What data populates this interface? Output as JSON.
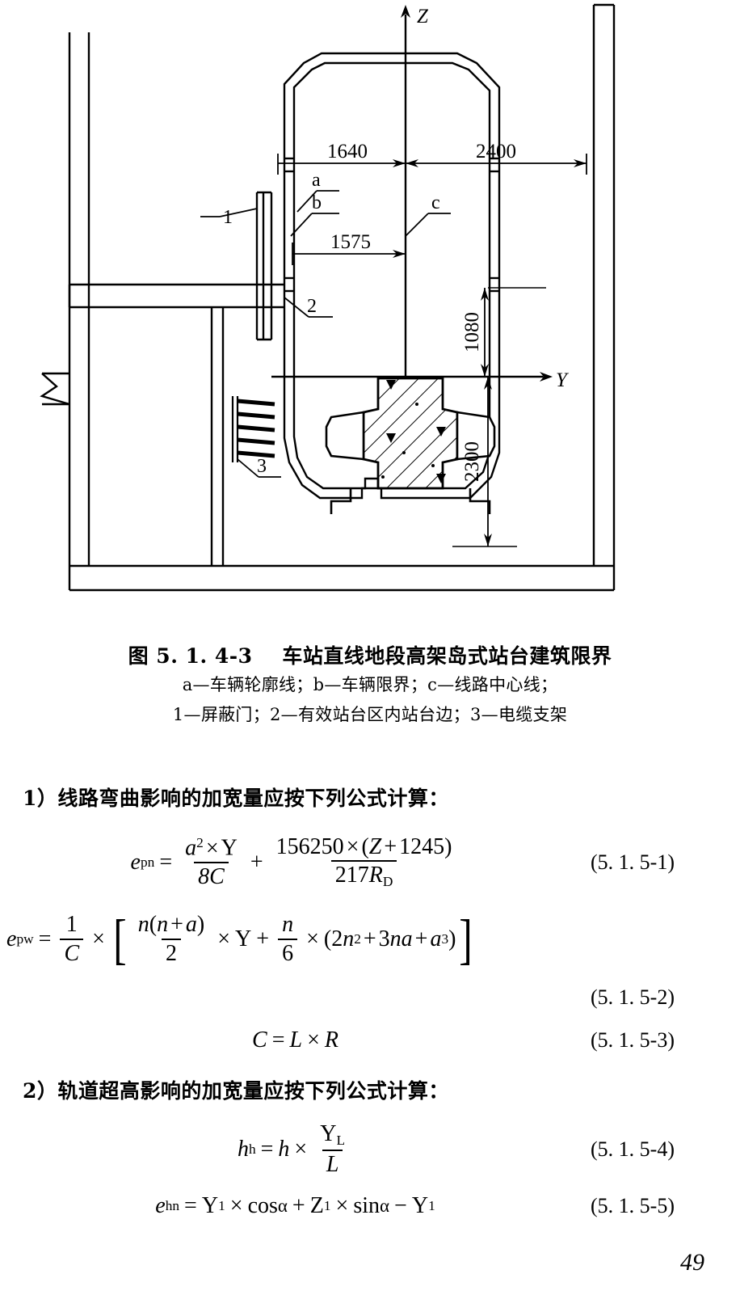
{
  "figure": {
    "axes": {
      "z_label": "Z",
      "y_label": "Y"
    },
    "dimensions": {
      "top_left": "1640",
      "top_right": "2400",
      "mid_left": "1575",
      "vert_upper": "1080",
      "vert_lower": "2300"
    },
    "leaders": {
      "a": "a",
      "b": "b",
      "c": "c",
      "one": "1",
      "two": "2",
      "three": "3"
    }
  },
  "caption": {
    "title": "图 5. 1. 4-3    车站直线地段高架岛式站台建筑限界",
    "legend_line1": "a—车辆轮廓线；b—车辆限界；c—线路中心线；",
    "legend_line2": "1—屏蔽门；2—有效站台区内站台边；3—电缆支架"
  },
  "body": {
    "item1": "1）线路弯曲影响的加宽量应按下列公式计算：",
    "item2": "2）轨道超高影响的加宽量应按下列公式计算："
  },
  "equations": {
    "eq1": {
      "number": "(5. 1. 5-1)",
      "lhs": "e",
      "lhs_sub": "pn",
      "eq": "=",
      "term1_num_a": "a",
      "term1_num_sup": "2",
      "term1_num_times": "×",
      "term1_num_y": "Y",
      "term1_den": "8C",
      "plus": "+",
      "term2_num_const": "156250",
      "term2_num_times": "×",
      "term2_num_open": "(",
      "term2_num_z": "Z",
      "term2_num_plus": "+",
      "term2_num_val": "1245",
      "term2_num_close": ")",
      "term2_den_coef": "217",
      "term2_den_r": "R",
      "term2_den_sub": "D"
    },
    "eq2": {
      "number": "(5. 1. 5-2)",
      "lhs": "e",
      "lhs_sub": "pw",
      "eq": "=",
      "frac_num": "1",
      "frac_den": "C",
      "times1": "×",
      "bracket_open": "[",
      "f2_num_n1": "n",
      "f2_num_open": "(",
      "f2_num_n2": "n",
      "f2_num_plus": "+",
      "f2_num_a": "a",
      "f2_num_close": ")",
      "f2_den": "2",
      "times2": "×",
      "y": "Y",
      "plus": "+",
      "f3_num": "n",
      "f3_den": "6",
      "times3": "×",
      "open": "(",
      "t_2": "2",
      "t_n": "n",
      "t_n_sup": "2",
      "t_plus1": "+",
      "t_3": "3",
      "t_na": "na",
      "t_plus2": "+",
      "t_a": "a",
      "t_a_sup": "3",
      "close": ")",
      "bracket_close": "]"
    },
    "eq3": {
      "number": "(5. 1. 5-3)",
      "c": "C",
      "eq": "=",
      "l": "L",
      "times": "×",
      "r": "R"
    },
    "eq4": {
      "number": "(5. 1. 5-4)",
      "lhs": "h",
      "lhs_sub": "h",
      "eq": "=",
      "h": "h",
      "times": "×",
      "num_y": "Y",
      "num_sub": "L",
      "den": "L"
    },
    "eq5": {
      "number": "(5. 1. 5-5)",
      "lhs": "e",
      "lhs_sub": "hn",
      "eq": "=",
      "y1": "Y",
      "y1_sub": "1",
      "times1": "×",
      "cos": "cos",
      "alpha1": "α",
      "plus": "+",
      "z1": "Z",
      "z1_sub": "1",
      "times2": "×",
      "sin": "sin",
      "alpha2": "α",
      "minus": "−",
      "y2": "Y",
      "y2_sub": "1"
    }
  },
  "footer": {
    "page_number": "49"
  }
}
